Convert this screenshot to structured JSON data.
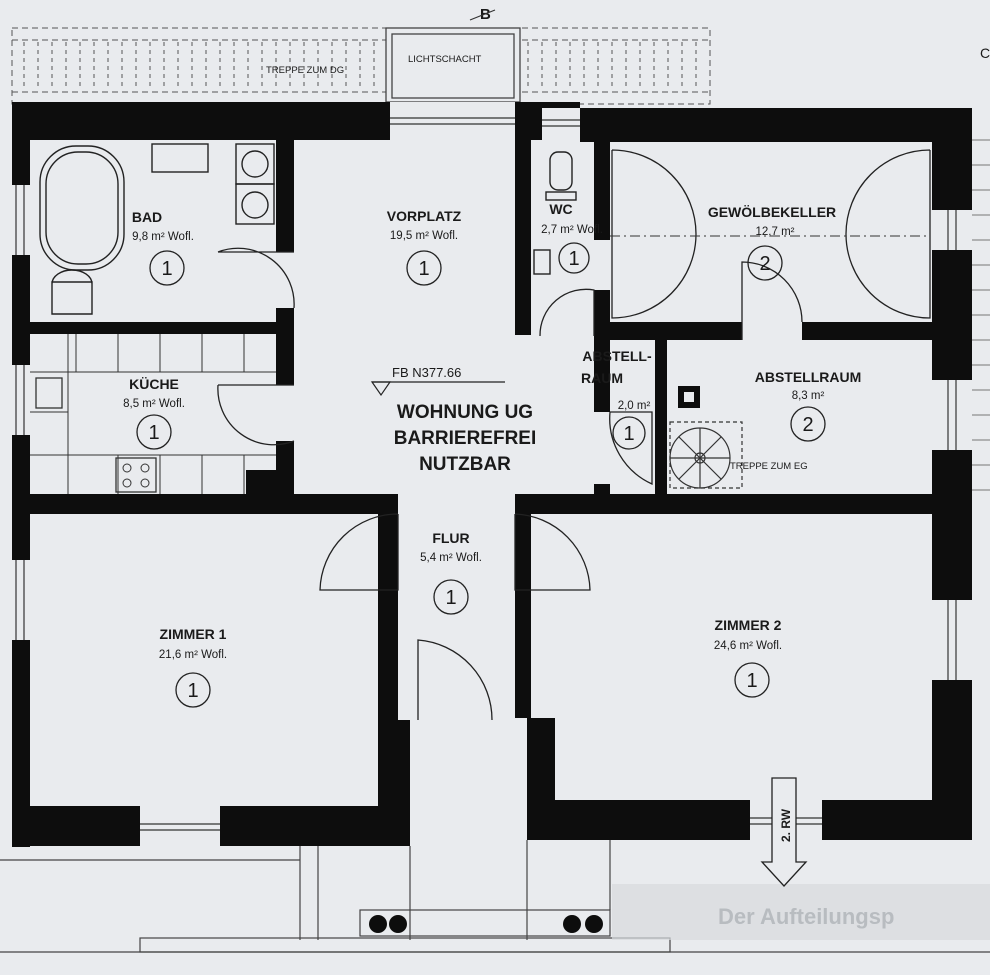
{
  "top": {
    "section_marker": "B",
    "staircase_dg": "TREPPE ZUM DG",
    "light_shaft": "LICHTSCHACHT",
    "edge_letter": "C"
  },
  "rooms": {
    "bad": {
      "name": "BAD",
      "area": "9,8 m² Wofl.",
      "unit": "1"
    },
    "vorplatz": {
      "name": "VORPLATZ",
      "area": "19,5 m² Wofl.",
      "unit": "1"
    },
    "wc": {
      "name": "WC",
      "area": "2,7 m² Wofl.",
      "unit": "1"
    },
    "gewoelbekeller": {
      "name": "GEWÖLBEKELLER",
      "area": "12,7 m²",
      "unit": "2"
    },
    "kueche": {
      "name": "KÜCHE",
      "area": "8,5 m² Wofl.",
      "unit": "1"
    },
    "abstell1": {
      "name_line1": "ABSTELL-",
      "name_line2": "RAUM",
      "area": "2,0 m²",
      "unit": "1"
    },
    "abstell2": {
      "name": "ABSTELLRAUM",
      "area": "8,3 m²",
      "unit": "2"
    },
    "flur": {
      "name": "FLUR",
      "area": "5,4 m² Wofl.",
      "unit": "1"
    },
    "zimmer1": {
      "name": "ZIMMER 1",
      "area": "21,6 m² Wofl.",
      "unit": "1"
    },
    "zimmer2": {
      "name": "ZIMMER 2",
      "area": "24,6 m² Wofl.",
      "unit": "1"
    }
  },
  "floor_level": "FB N377.66",
  "apartment": {
    "line1": "WOHNUNG UG",
    "line2": "BARRIEREFREI",
    "line3": "NUTZBAR"
  },
  "staircase_eg": "TREPPE ZUM EG",
  "escape_route": "2. RW",
  "watermark": "Der Aufteilungsp",
  "colors": {
    "wall": "#0d0d0d",
    "paper": "#e9ebee",
    "line": "#333333"
  }
}
